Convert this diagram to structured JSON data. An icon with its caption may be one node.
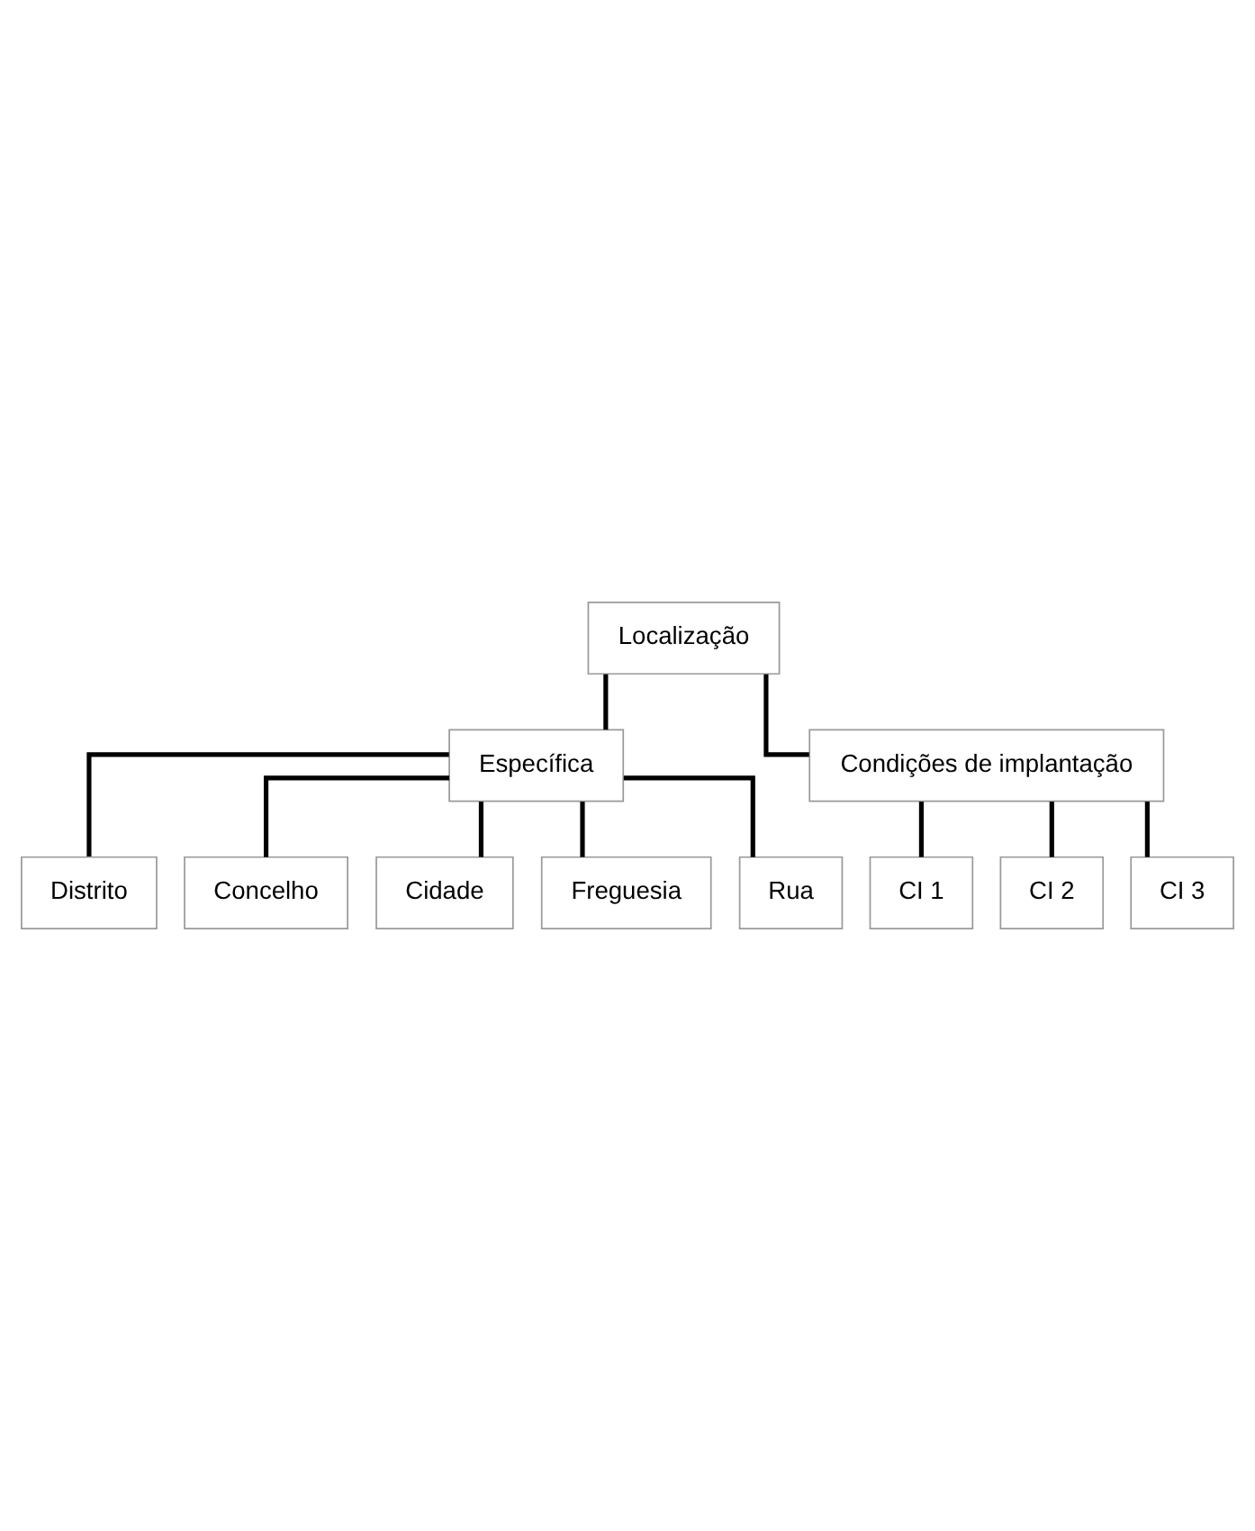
{
  "diagram": {
    "nodes": [
      {
        "text": [
          "Localização"
        ]
      },
      {
        "text": [
          "Específica"
        ]
      },
      {
        "text": [
          "Condições de implantação"
        ]
      },
      {
        "text": [
          "Distrito"
        ]
      },
      {
        "text": [
          "Concelho"
        ]
      },
      {
        "text": [
          "Cidade"
        ]
      },
      {
        "text": [
          "Freguesia"
        ]
      },
      {
        "text": [
          "Rua"
        ]
      },
      {
        "text": [
          "CI 1"
        ]
      },
      {
        "text": [
          "CI 2"
        ]
      },
      {
        "text": [
          "CI 3"
        ]
      }
    ],
    "edges": [
      {
        "from": 0,
        "to": 1,
        "arrow": "none"
      },
      {
        "from": 0,
        "to": 2,
        "arrow": "none"
      },
      {
        "from": 1,
        "to": 3,
        "arrow": "none"
      },
      {
        "from": 1,
        "to": 4,
        "arrow": "none"
      },
      {
        "from": 1,
        "to": 5,
        "arrow": "none"
      },
      {
        "from": 1,
        "to": 6,
        "arrow": "none"
      },
      {
        "from": 1,
        "to": 7,
        "arrow": "none"
      },
      {
        "from": 2,
        "to": 8,
        "arrow": "none"
      },
      {
        "from": 2,
        "to": 9,
        "arrow": "none"
      },
      {
        "from": 2,
        "to": 10,
        "arrow": "none"
      }
    ]
  }
}
